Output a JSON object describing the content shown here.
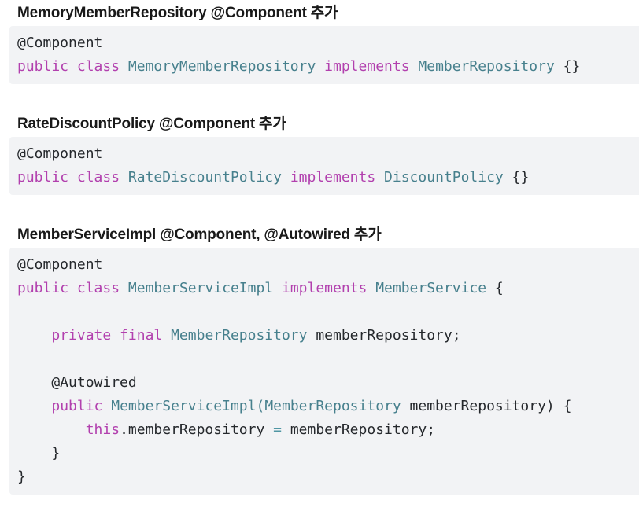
{
  "page": {
    "background": "#ffffff"
  },
  "colors": {
    "heading": "#191919",
    "code_background": "#f2f3f5",
    "plain": "#25282c",
    "keyword": "#b240ae",
    "type": "#47808d",
    "operator": "#4f96a3"
  },
  "sections": [
    {
      "heading": "MemoryMemberRepository @Component 추가",
      "code": [
        [
          [
            "p",
            "@Component"
          ]
        ],
        [
          [
            "k",
            "public"
          ],
          [
            "p",
            " "
          ],
          [
            "k",
            "class"
          ],
          [
            "p",
            " "
          ],
          [
            "t",
            "MemoryMemberRepository"
          ],
          [
            "p",
            " "
          ],
          [
            "k",
            "implements"
          ],
          [
            "p",
            " "
          ],
          [
            "t",
            "MemberRepository"
          ],
          [
            "p",
            " {}"
          ]
        ]
      ]
    },
    {
      "heading": "RateDiscountPolicy @Component 추가",
      "code": [
        [
          [
            "p",
            "@Component"
          ]
        ],
        [
          [
            "k",
            "public"
          ],
          [
            "p",
            " "
          ],
          [
            "k",
            "class"
          ],
          [
            "p",
            " "
          ],
          [
            "t",
            "RateDiscountPolicy"
          ],
          [
            "p",
            " "
          ],
          [
            "k",
            "implements"
          ],
          [
            "p",
            " "
          ],
          [
            "t",
            "DiscountPolicy"
          ],
          [
            "p",
            " {}"
          ]
        ]
      ]
    },
    {
      "heading": "MemberServiceImpl @Component, @Autowired 추가",
      "code": [
        [
          [
            "p",
            "@Component"
          ]
        ],
        [
          [
            "k",
            "public"
          ],
          [
            "p",
            " "
          ],
          [
            "k",
            "class"
          ],
          [
            "p",
            " "
          ],
          [
            "t",
            "MemberServiceImpl"
          ],
          [
            "p",
            " "
          ],
          [
            "k",
            "implements"
          ],
          [
            "p",
            " "
          ],
          [
            "t",
            "MemberService"
          ],
          [
            "p",
            " {"
          ]
        ],
        [],
        [
          [
            "p",
            "    "
          ],
          [
            "k",
            "private"
          ],
          [
            "p",
            " "
          ],
          [
            "k",
            "final"
          ],
          [
            "p",
            " "
          ],
          [
            "t",
            "MemberRepository"
          ],
          [
            "p",
            " memberRepository;"
          ]
        ],
        [],
        [
          [
            "p",
            "    @Autowired"
          ]
        ],
        [
          [
            "p",
            "    "
          ],
          [
            "k",
            "public"
          ],
          [
            "p",
            " "
          ],
          [
            "t",
            "MemberServiceImpl"
          ],
          [
            "t",
            "("
          ],
          [
            "t",
            "MemberRepository"
          ],
          [
            "p",
            " memberRepository) {"
          ]
        ],
        [
          [
            "p",
            "        "
          ],
          [
            "k",
            "this"
          ],
          [
            "p",
            ".memberRepository "
          ],
          [
            "o",
            "="
          ],
          [
            "p",
            " memberRepository;"
          ]
        ],
        [
          [
            "p",
            "    }"
          ]
        ],
        [
          [
            "p",
            "}"
          ]
        ]
      ]
    }
  ]
}
